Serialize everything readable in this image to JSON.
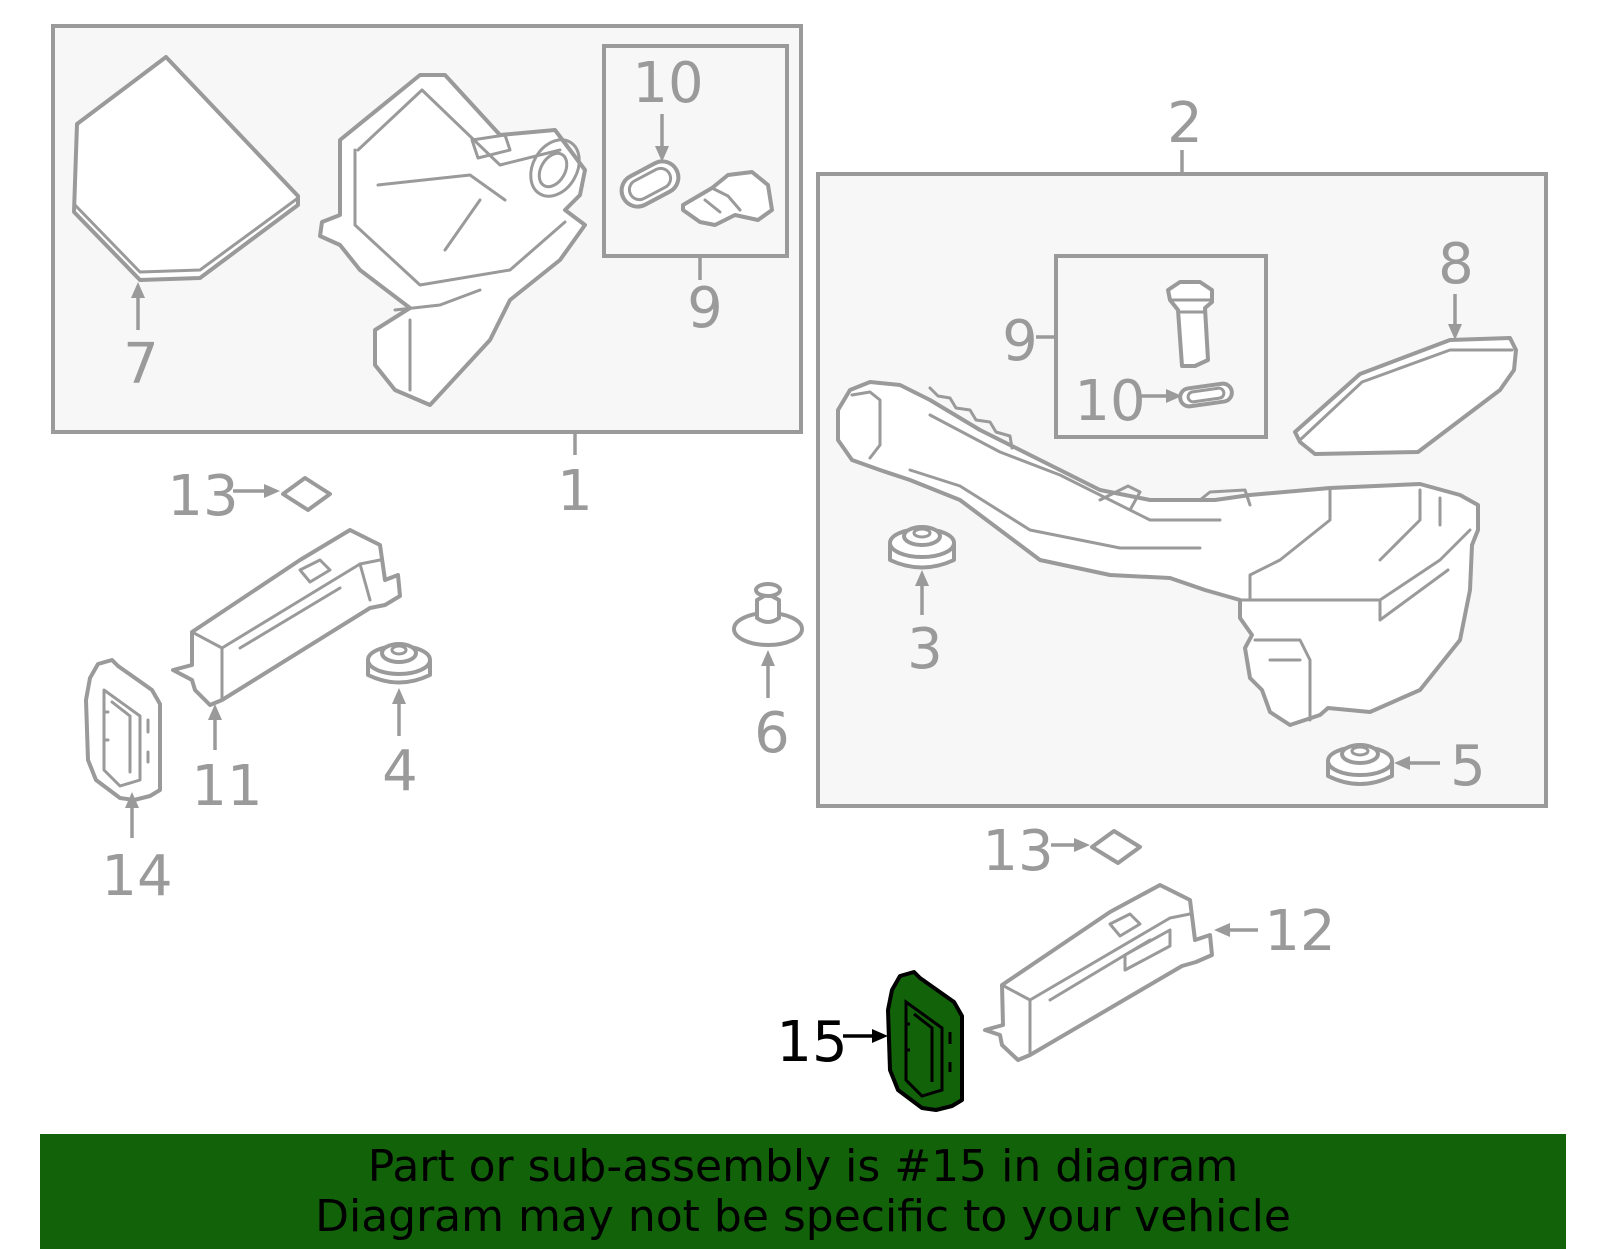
{
  "callouts": {
    "c1": "1",
    "c2": "2",
    "c3": "3",
    "c4": "4",
    "c5": "5",
    "c6": "6",
    "c7": "7",
    "c8": "8",
    "c9a": "9",
    "c9b": "9",
    "c10a": "10",
    "c10b": "10",
    "c11": "11",
    "c12": "12",
    "c13a": "13",
    "c13b": "13",
    "c14": "14",
    "c15": "15"
  },
  "highlighted_part": "15",
  "banner": {
    "line1": "Part or sub-assembly is #15 in diagram",
    "line2": "Diagram may not be specific to your vehicle"
  },
  "colors": {
    "highlight": "#12620a",
    "line": "#9a9a9a",
    "box_fill": "#f7f7f7"
  }
}
